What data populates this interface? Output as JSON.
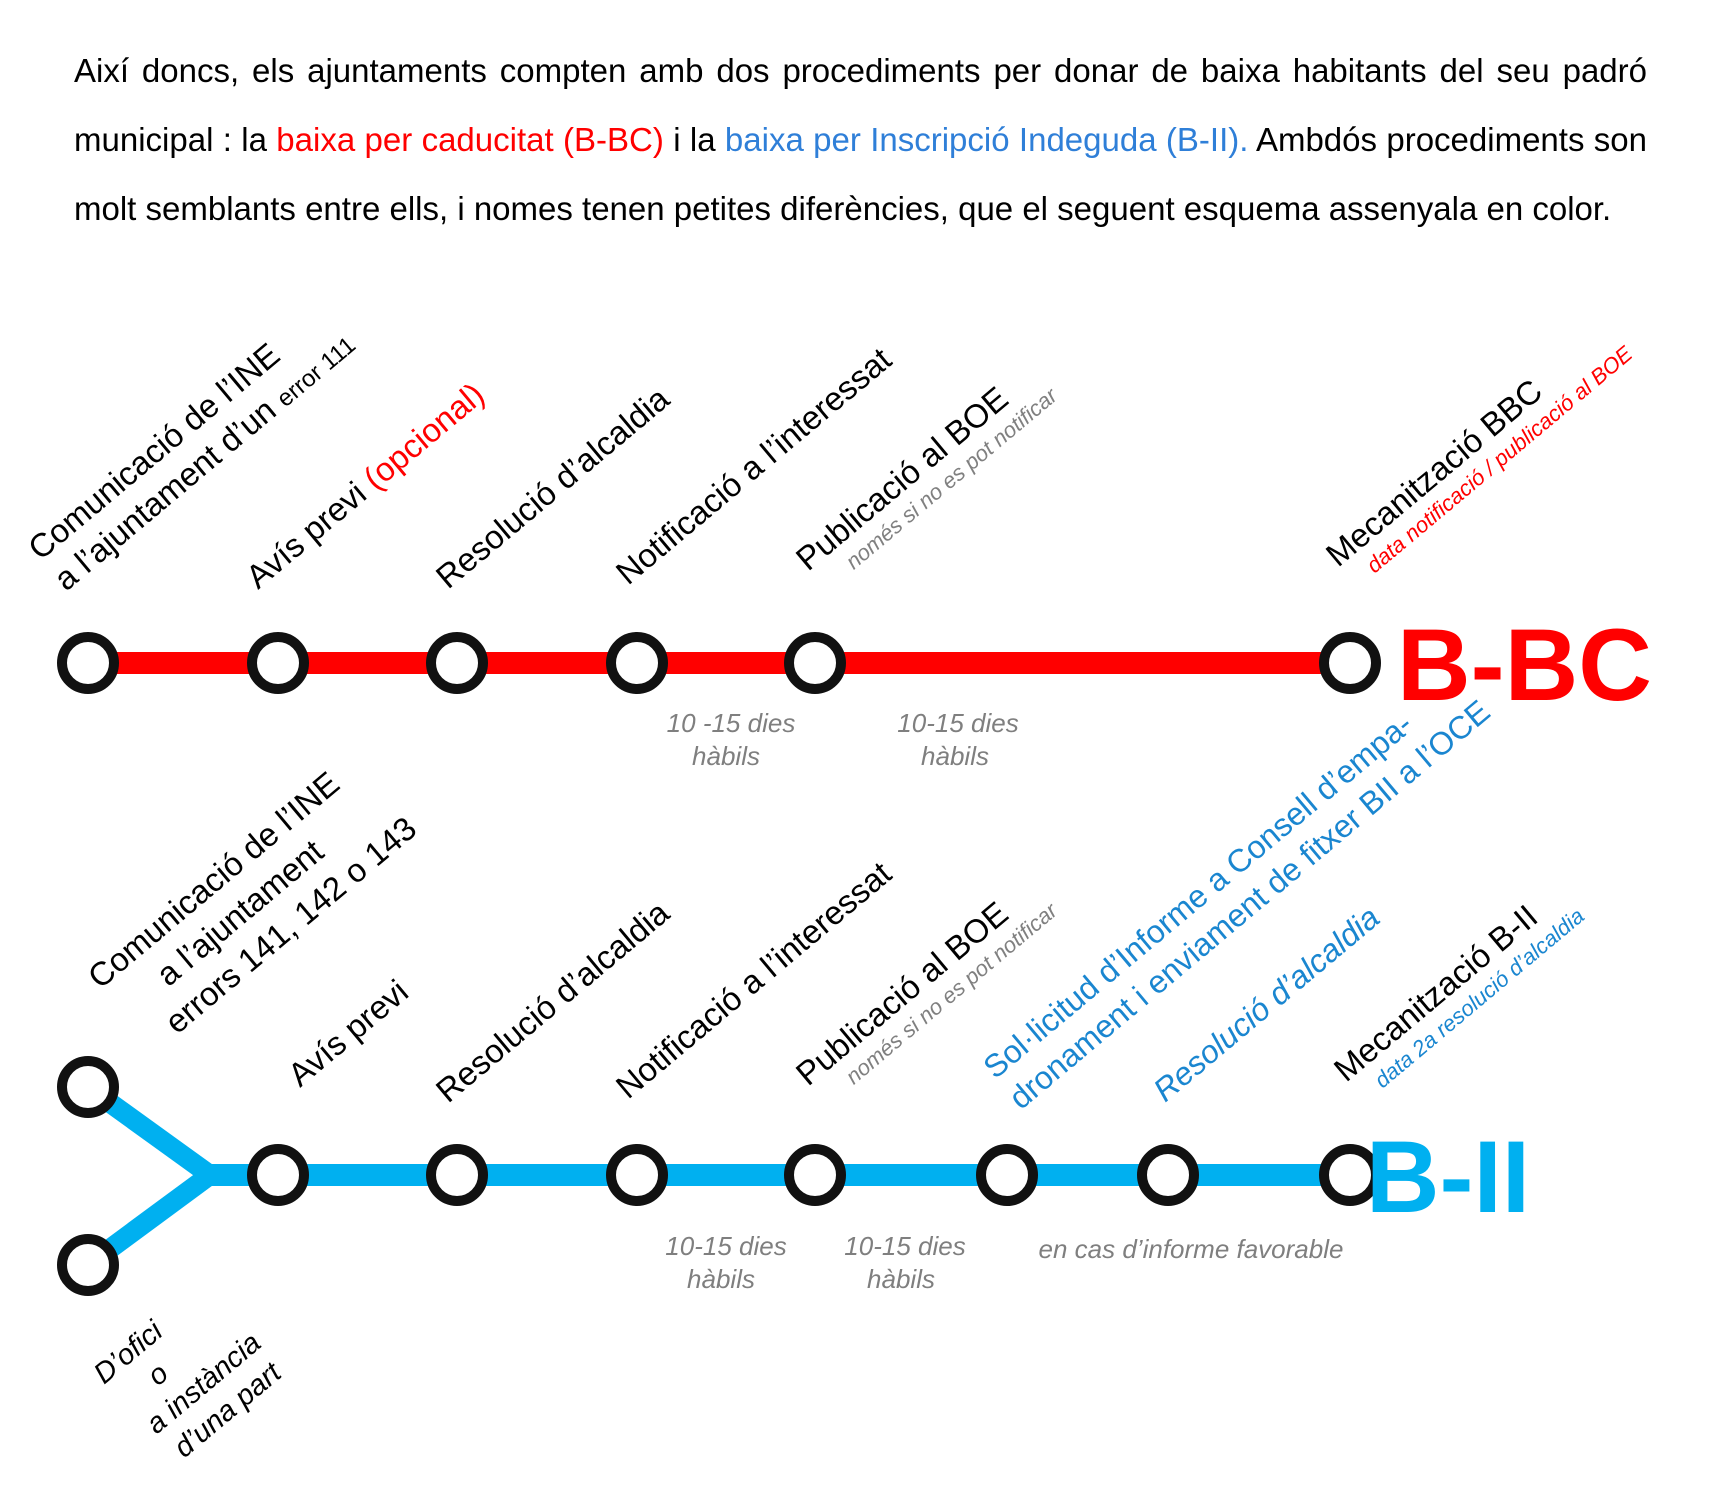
{
  "intro": {
    "p1": "Així doncs, els ajuntaments compten amb dos procediments per donar de baixa habitants del seu padró municipal : la ",
    "bbc_link": "baixa per caducitat (B-BC)",
    "p2": " i la ",
    "bii_link": "baixa per Inscripció Indeguda (B-II).",
    "p3": " Ambdós procediments son molt semblants entre ells, i nomes tenen petites diferències, que el seguent esquema assenyala en color."
  },
  "colors": {
    "bbc_line": "#ff0000",
    "bii_line": "#00b0f0",
    "bbc_text": "#ff0000",
    "bii_text": "#1a86d0",
    "note_grey": "#808080",
    "station_stroke": "#111111"
  },
  "bbc": {
    "title": "B-BC",
    "stations": {
      "s1": {
        "line1": "Comunicació de l’INE",
        "line2a": "a l’ajuntament d’un ",
        "line2b": "error 111"
      },
      "s2": {
        "main": "Avís previ ",
        "optional": "(opcional)"
      },
      "s3": {
        "main": "Resolució d’alcaldia"
      },
      "s4": {
        "main": "Notificació a l’interessat"
      },
      "s5": {
        "main": "Publicació al BOE",
        "note": "només si no es pot notificar"
      },
      "s6": {
        "main": "Mecanització BBC",
        "note": "data notificació / publicació al BOE"
      }
    },
    "durations": {
      "d1": {
        "line1": "10 -15 dies",
        "line2": "hàbils"
      },
      "d2": {
        "line1": "10-15 dies",
        "line2": "hàbils"
      }
    }
  },
  "bii": {
    "title": "B-II",
    "stations": {
      "s1": {
        "line1": "Comunicació de l’INE",
        "line2": "a l’ajuntament",
        "line3": "errors 141, 142  o 143"
      },
      "s2": {
        "main": "Avís previ"
      },
      "s3": {
        "main": "Resolució d’alcaldia"
      },
      "s4": {
        "main": "Notificació a l’interessat"
      },
      "s5": {
        "main": "Publicació al BOE",
        "note": "només si no es pot notificar"
      },
      "s6": {
        "line1": "Sol·licitud d’Informe a Consell d’empa-",
        "line2": "dronament i enviament de fitxer BII a l’OCE"
      },
      "s7": {
        "main": "Resolució d’alcaldia"
      },
      "s8": {
        "main": "Mecanització B-II",
        "note": "data 2a resolució d’alcaldia"
      }
    },
    "branch": {
      "line1": "D’ofici",
      "line2": "o",
      "line3": "a instància",
      "line4": "d’una part"
    },
    "durations": {
      "d1": {
        "line1": "10-15 dies",
        "line2": "hàbils"
      },
      "d2": {
        "line1": "10-15 dies",
        "line2": "hàbils"
      },
      "d3": {
        "line1": "en cas d’informe favorable"
      }
    }
  }
}
